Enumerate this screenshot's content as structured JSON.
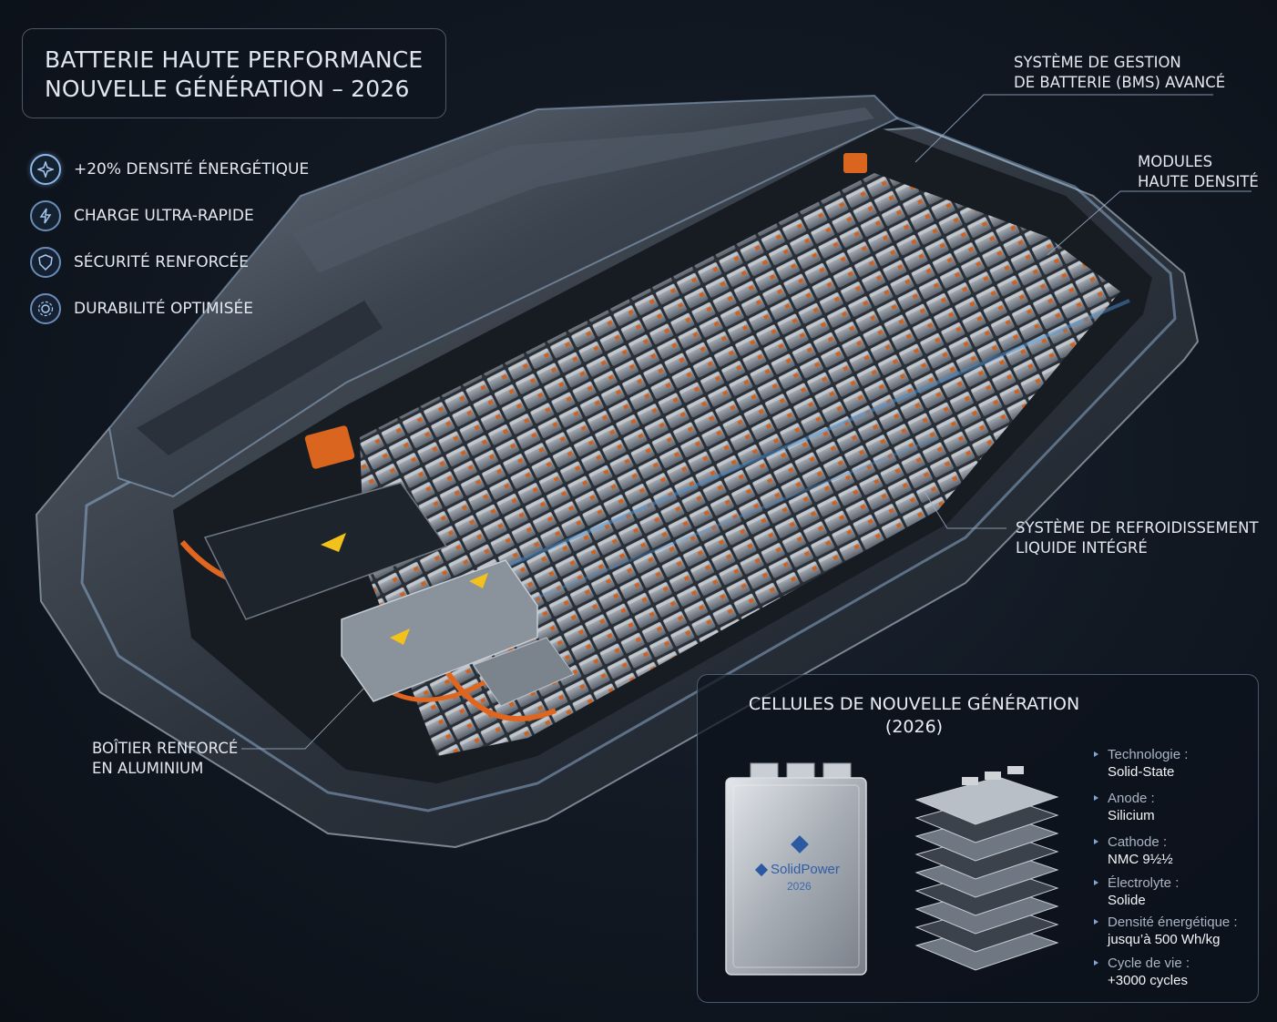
{
  "title": {
    "line1": "BATTERIE HAUTE PERFORMANCE",
    "line2": "NOUVELLE GÉNÉRATION – 2026"
  },
  "features": [
    {
      "label": "+20% DENSITÉ ÉNERGÉTIQUE",
      "icon": "energy-density-icon"
    },
    {
      "label": "CHARGE ULTRA-RAPIDE",
      "icon": "fast-charge-icon"
    },
    {
      "label": "SÉCURITÉ RENFORCÉE",
      "icon": "safety-shield-icon"
    },
    {
      "label": "DURABILITÉ OPTIMISÉE",
      "icon": "durability-gear-icon"
    }
  ],
  "callouts": {
    "bms": {
      "line1": "SYSTÈME DE GESTION",
      "line2": "DE BATTERIE (BMS) AVANCÉ"
    },
    "modules": {
      "line1": "MODULES",
      "line2": "HAUTE DENSITÉ"
    },
    "cooling": {
      "line1": "SYSTÈME DE REFROIDISSEMENT",
      "line2": "LIQUIDE INTÉGRÉ"
    },
    "housing": {
      "line1": "BOÎTIER RENFORCÉ",
      "line2": "EN ALUMINIUM"
    }
  },
  "cells_panel": {
    "title_line1": "CELLULES DE NOUVELLE GÉNÉRATION",
    "title_line2": "(2026)",
    "cell_brand": "SolidPower",
    "cell_year": "2026",
    "specs": [
      {
        "key": "Technologie :",
        "value": "Solid-State"
      },
      {
        "key": "Anode :",
        "value": "Silicium"
      },
      {
        "key": "Cathode :",
        "value": "NMC 9½½"
      },
      {
        "key": "Électrolyte :",
        "value": "Solide"
      },
      {
        "key": "Densité énergétique :",
        "value": "jusqu’à 500 Wh/kg"
      },
      {
        "key": "Cycle de vie :",
        "value": "+3000 cycles"
      }
    ]
  },
  "colors": {
    "background": "#121923",
    "accent_blue": "#6a8db8",
    "connector_orange": "#e0661f",
    "metal": "#8a9099"
  }
}
